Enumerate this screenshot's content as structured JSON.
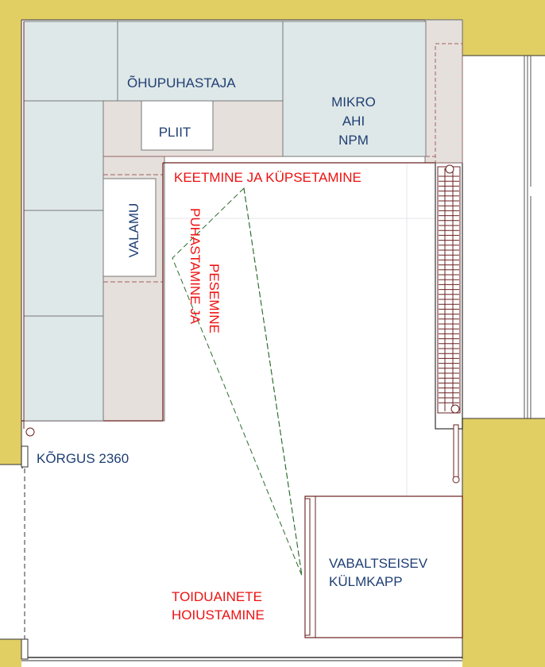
{
  "labels": {
    "hood": "ÕHUPUHASTAJA",
    "micro_1": "MIKRO",
    "micro_2": "AHI",
    "micro_3": "NPM",
    "stove": "PLIIT",
    "sink": "VALAMU",
    "zone_cooking": "KEETMINE JA KÜPSETAMINE",
    "zone_cleaning_1": "PUHASTAMINE JA",
    "zone_cleaning_2": "PESEMINE",
    "height": "KÕRGUS 2360",
    "fridge_1": "VABALTSEISEV",
    "fridge_2": "KÜLMKAPP",
    "zone_storage_1": "TOIDUAINETE",
    "zone_storage_2": "HOIUSTAMINE"
  },
  "colors": {
    "wall": "#e2cf63",
    "cabinet_top": "#dfe8e8",
    "counter": "#e6e0dc",
    "line_dark": "#5b2b2b",
    "blue_text": "#1f3f74",
    "red_text": "#ee1111",
    "triangle": "#2d6b2d"
  }
}
